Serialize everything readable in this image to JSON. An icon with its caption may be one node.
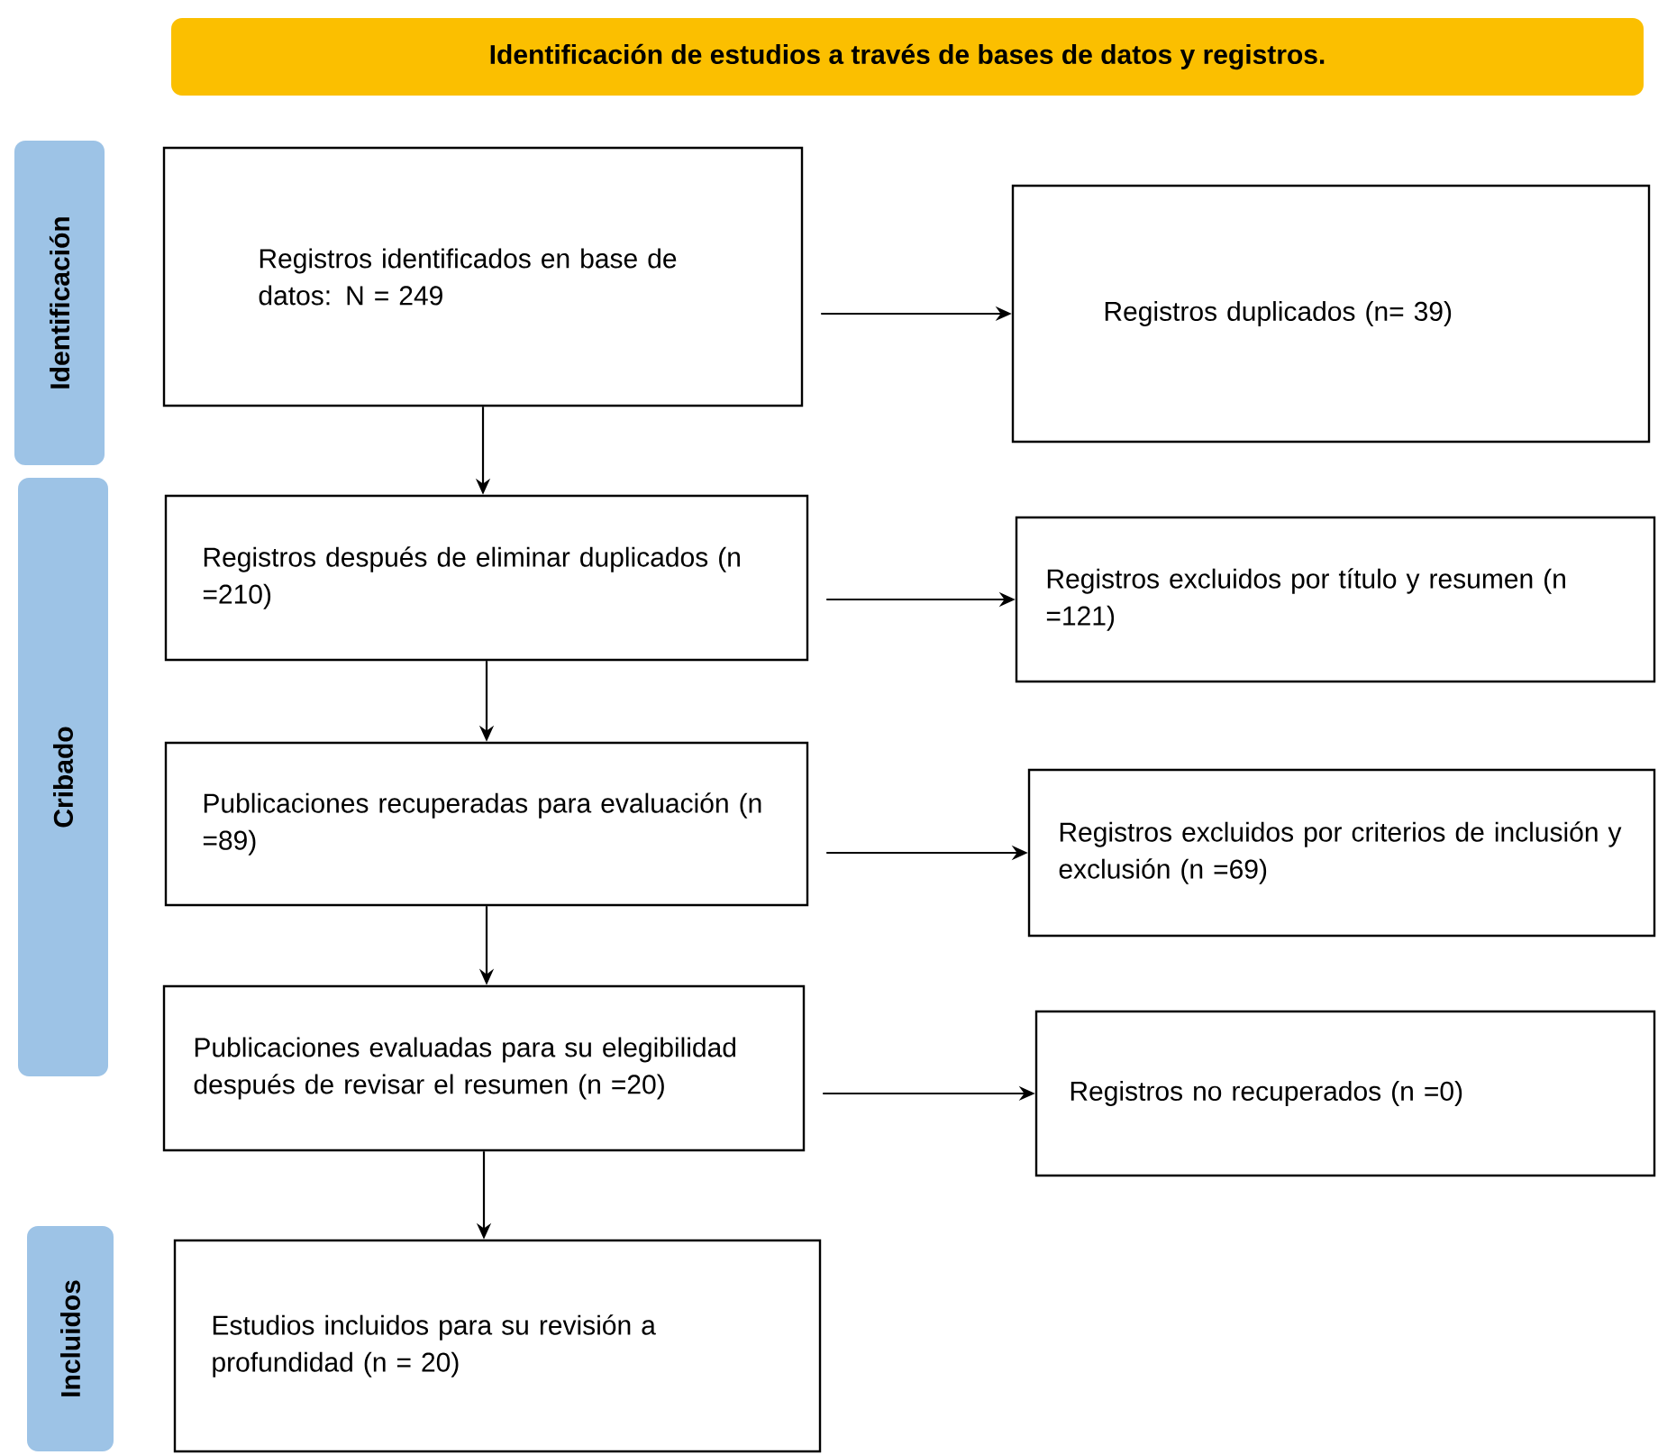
{
  "diagram": {
    "title": "Identificación de estudios a través de bases de datos y registros.",
    "nodes": [
      {
        "text": [
          "Identificación"
        ]
      },
      {
        "text": [
          "Registros identificados en base de datos: N = 249"
        ]
      },
      {
        "text": [
          "Registros duplicados (n= 39)"
        ]
      },
      {
        "text": [
          "Cribado"
        ]
      },
      {
        "text": [
          "Registros después de eliminar duplicados (n =210)"
        ]
      },
      {
        "text": [
          "Registros excluidos por título y resumen (n =121)"
        ]
      },
      {
        "text": [
          "Publicaciones recuperadas para evaluación (n =89)"
        ]
      },
      {
        "text": [
          "Registros excluidos por criterios de inclusión y exclusión (n =69)"
        ]
      },
      {
        "text": [
          "Publicaciones evaluadas para su elegibilidad después de revisar el resumen (n =20)"
        ]
      },
      {
        "text": [
          "Registros no recuperados (n =0)"
        ]
      },
      {
        "text": [
          "Incluidos"
        ]
      },
      {
        "text": [
          "Estudios incluidos para su revisión a profundidad (n = 20)"
        ]
      }
    ],
    "edges": [
      {
        "from": 1,
        "to": 2,
        "arrow": "to"
      },
      {
        "from": 1,
        "to": 4,
        "arrow": "to"
      },
      {
        "from": 4,
        "to": 5,
        "arrow": "to"
      },
      {
        "from": 4,
        "to": 6,
        "arrow": "to"
      },
      {
        "from": 6,
        "to": 7,
        "arrow": "to"
      },
      {
        "from": 6,
        "to": 8,
        "arrow": "to"
      },
      {
        "from": 8,
        "to": 9,
        "arrow": "to"
      },
      {
        "from": 8,
        "to": 11,
        "arrow": "to"
      }
    ]
  }
}
